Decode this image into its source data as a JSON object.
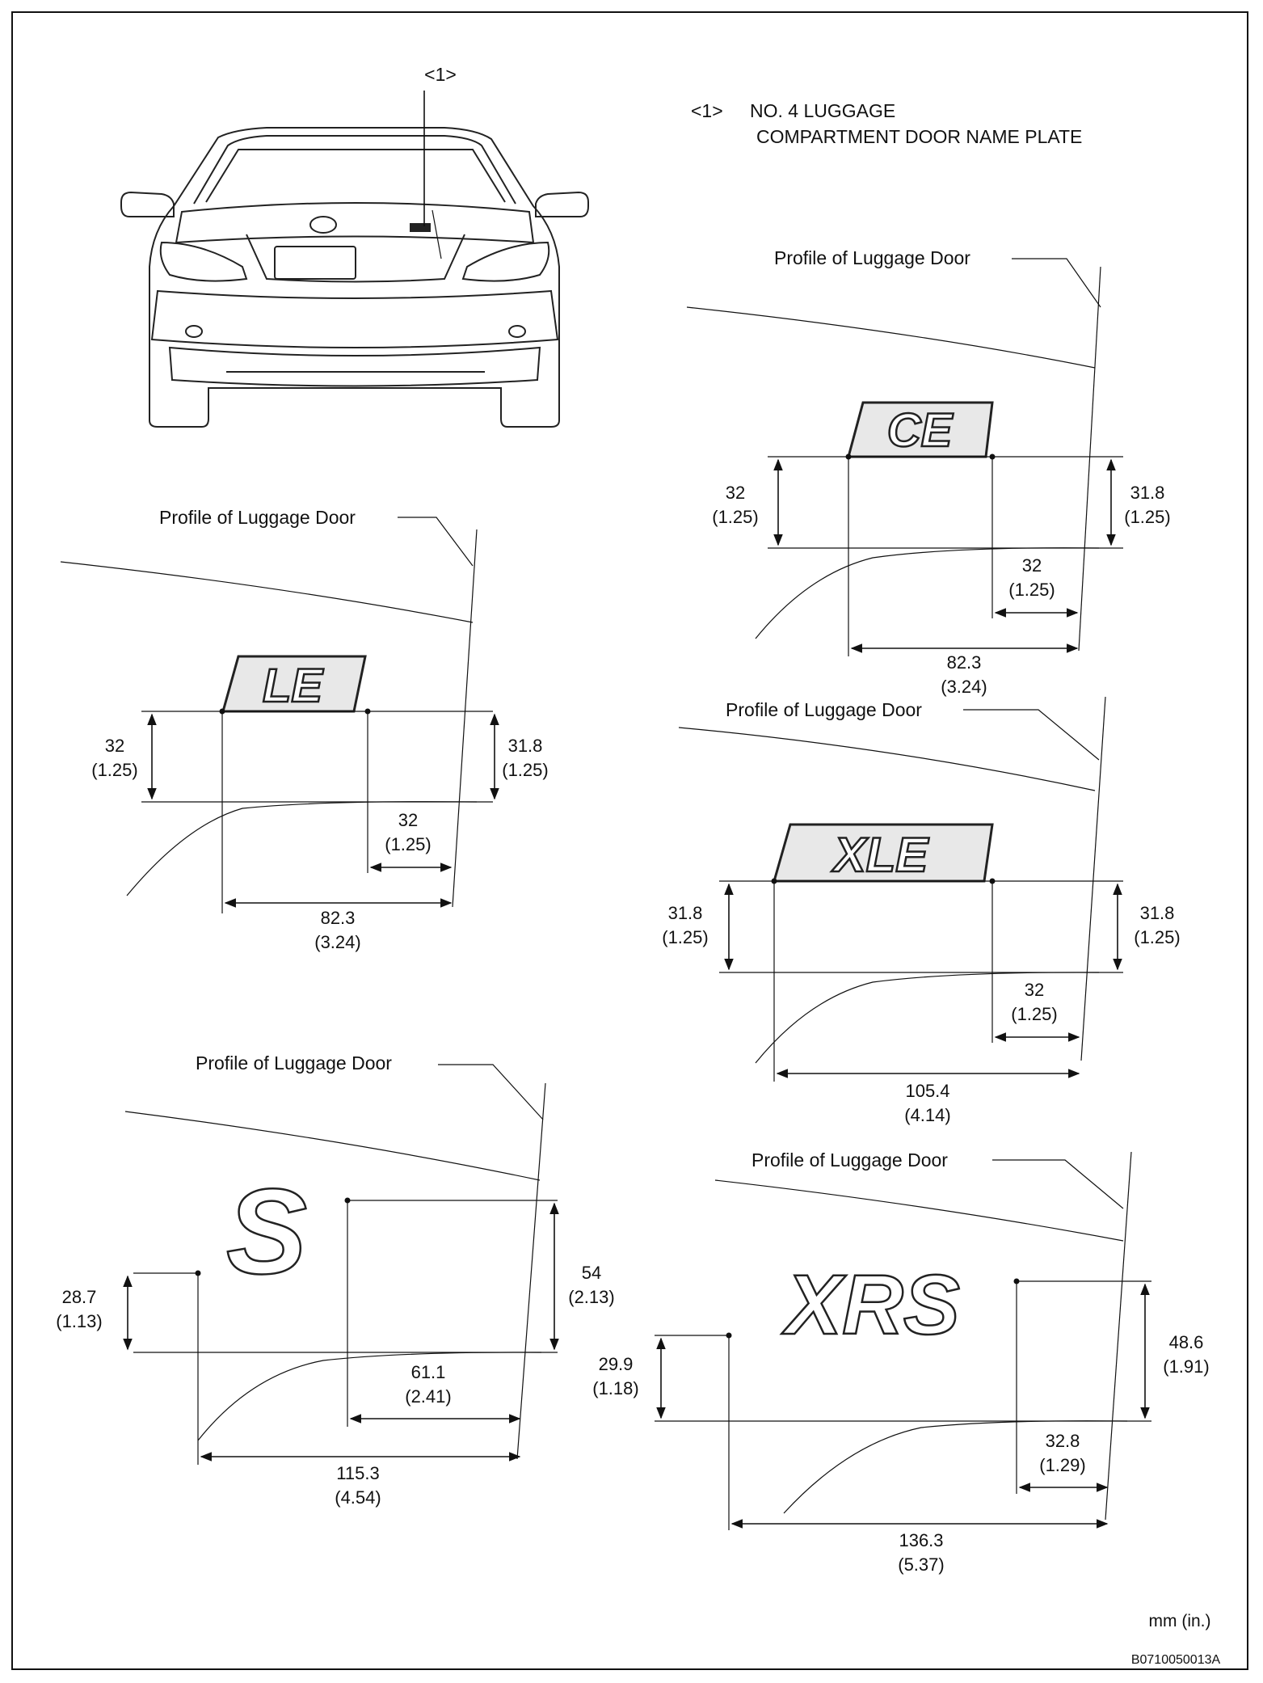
{
  "callout": {
    "marker": "<1>",
    "legend_marker": "<1>",
    "legend_line1": "NO. 4 LUGGAGE",
    "legend_line2": "COMPARTMENT DOOR NAME PLATE"
  },
  "profile_label": "Profile of Luggage Door",
  "units": "mm (in.)",
  "figure_id": "B0710050013A",
  "plates": {
    "le": {
      "badge": "LE",
      "left_h": [
        "32",
        "(1.25)"
      ],
      "right_h": [
        "31.8",
        "(1.25)"
      ],
      "gap": [
        "32",
        "(1.25)"
      ],
      "width": [
        "82.3",
        "(3.24)"
      ]
    },
    "ce": {
      "badge": "CE",
      "left_h": [
        "32",
        "(1.25)"
      ],
      "right_h": [
        "31.8",
        "(1.25)"
      ],
      "gap": [
        "32",
        "(1.25)"
      ],
      "width": [
        "82.3",
        "(3.24)"
      ]
    },
    "xle": {
      "badge": "XLE",
      "left_h": [
        "31.8",
        "(1.25)"
      ],
      "right_h": [
        "31.8",
        "(1.25)"
      ],
      "gap": [
        "32",
        "(1.25)"
      ],
      "width": [
        "105.4",
        "(4.14)"
      ]
    },
    "s": {
      "badge": "S",
      "left_h": [
        "28.7",
        "(1.13)"
      ],
      "right_h": [
        "54",
        "(2.13)"
      ],
      "gap": [
        "61.1",
        "(2.41)"
      ],
      "width": [
        "115.3",
        "(4.54)"
      ]
    },
    "xrs": {
      "badge": "XRS",
      "left_h": [
        "29.9",
        "(1.18)"
      ],
      "right_h": [
        "48.6",
        "(1.91)"
      ],
      "gap": [
        "32.8",
        "(1.29)"
      ],
      "width": [
        "136.3",
        "(5.37)"
      ]
    }
  }
}
